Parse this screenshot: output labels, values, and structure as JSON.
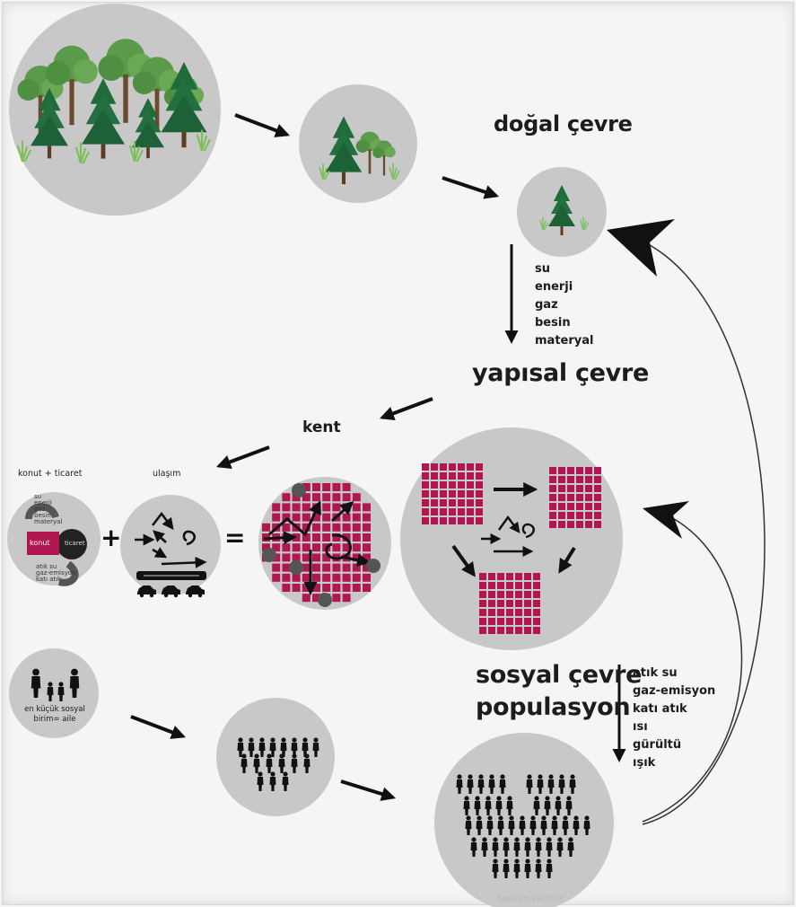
{
  "labels": {
    "natural": "doğal çevre",
    "built": "yapısal çevre",
    "city": "kent",
    "housing": "konut + ticaret",
    "transport": "ulaşım",
    "social_line1": "sosyal çevre",
    "social_line2": "populasyon",
    "family": "en küçük sosyal birim= aile",
    "society": "toplum+kültür",
    "plus": "+",
    "equals": "="
  },
  "resources": [
    "su",
    "enerji",
    "gaz",
    "besin",
    "materyal"
  ],
  "wastes": [
    "atık su",
    "gaz-emisyon",
    "katı atık",
    "ısı",
    "gürültü",
    "ışık"
  ],
  "inner_housing": {
    "in_list": [
      "su",
      "enerji",
      "gaz",
      "besin",
      "materyal"
    ],
    "konut": "konut",
    "ticaret": "ticaret",
    "out_list": [
      "atık su",
      "gaz-emisyon",
      "katı atık"
    ]
  },
  "colors": {
    "background": "#f4f4f4",
    "circle": "#c8c8c8",
    "urban_block": "#b0164f",
    "tree_dark": "#1f6b3a",
    "tree_light": "#5a9a4a",
    "ink": "#111111"
  },
  "icons": [
    "tree-icon",
    "grass-icon",
    "people-icon",
    "car-icon",
    "train-icon",
    "arrow-icon"
  ]
}
